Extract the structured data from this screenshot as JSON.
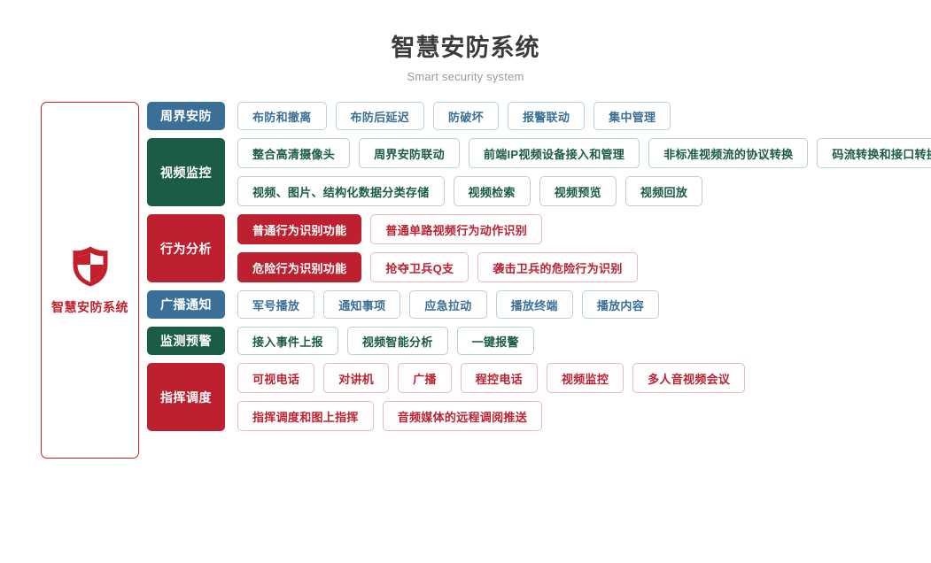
{
  "header": {
    "title": "智慧安防系统",
    "subtitle": "Smart security system"
  },
  "system_panel": {
    "icon": "shield-icon",
    "label": "智慧安防系统",
    "accent_color": "#c4202c"
  },
  "colors": {
    "blue": "#3a6f97",
    "green": "#1b5c46",
    "red": "#bd2130",
    "title": "#3b3b3b",
    "subtitle": "#9a9a9a"
  },
  "rows": [
    {
      "category": "周界安防",
      "color": "blue",
      "lines": [
        [
          {
            "label": "布防和撤离",
            "style": "outline"
          },
          {
            "label": "布防后延迟",
            "style": "outline"
          },
          {
            "label": "防破坏",
            "style": "outline"
          },
          {
            "label": "报警联动",
            "style": "outline"
          },
          {
            "label": "集中管理",
            "style": "outline"
          }
        ]
      ]
    },
    {
      "category": "视频监控",
      "color": "green",
      "lines": [
        [
          {
            "label": "整合高清摄像头",
            "style": "outline"
          },
          {
            "label": "周界安防联动",
            "style": "outline"
          },
          {
            "label": "前端IP视频设备接入和管理",
            "style": "outline"
          },
          {
            "label": "非标准视频流的协议转换",
            "style": "outline"
          },
          {
            "label": "码流转换和接口转换",
            "style": "outline"
          }
        ],
        [
          {
            "label": "视频、图片、结构化数据分类存储",
            "style": "outline"
          },
          {
            "label": "视频检索",
            "style": "outline"
          },
          {
            "label": "视频预览",
            "style": "outline"
          },
          {
            "label": "视频回放",
            "style": "outline"
          }
        ]
      ]
    },
    {
      "category": "行为分析",
      "color": "red",
      "lines": [
        [
          {
            "label": "普通行为识别功能",
            "style": "solid"
          },
          {
            "label": "普通单路视频行为动作识别",
            "style": "outline"
          }
        ],
        [
          {
            "label": "危险行为识别功能",
            "style": "solid"
          },
          {
            "label": "抢夺卫兵Q支",
            "style": "outline"
          },
          {
            "label": "袭击卫兵的危险行为识别",
            "style": "outline"
          }
        ]
      ]
    },
    {
      "category": "广播通知",
      "color": "blue",
      "lines": [
        [
          {
            "label": "军号播放",
            "style": "outline"
          },
          {
            "label": "通知事项",
            "style": "outline"
          },
          {
            "label": "应急拉动",
            "style": "outline"
          },
          {
            "label": "播放终端",
            "style": "outline"
          },
          {
            "label": "播放内容",
            "style": "outline"
          }
        ]
      ]
    },
    {
      "category": "监测预警",
      "color": "green",
      "lines": [
        [
          {
            "label": "接入事件上报",
            "style": "outline"
          },
          {
            "label": "视频智能分析",
            "style": "outline"
          },
          {
            "label": "一键报警",
            "style": "outline"
          }
        ]
      ]
    },
    {
      "category": "指挥调度",
      "color": "red",
      "lines": [
        [
          {
            "label": "可视电话",
            "style": "outline"
          },
          {
            "label": "对讲机",
            "style": "outline"
          },
          {
            "label": "广播",
            "style": "outline"
          },
          {
            "label": "程控电话",
            "style": "outline"
          },
          {
            "label": "视频监控",
            "style": "outline"
          },
          {
            "label": "多人音视频会议",
            "style": "outline"
          }
        ],
        [
          {
            "label": "指挥调度和图上指挥",
            "style": "outline"
          },
          {
            "label": "音频媒体的远程调阅推送",
            "style": "outline"
          }
        ]
      ]
    }
  ]
}
